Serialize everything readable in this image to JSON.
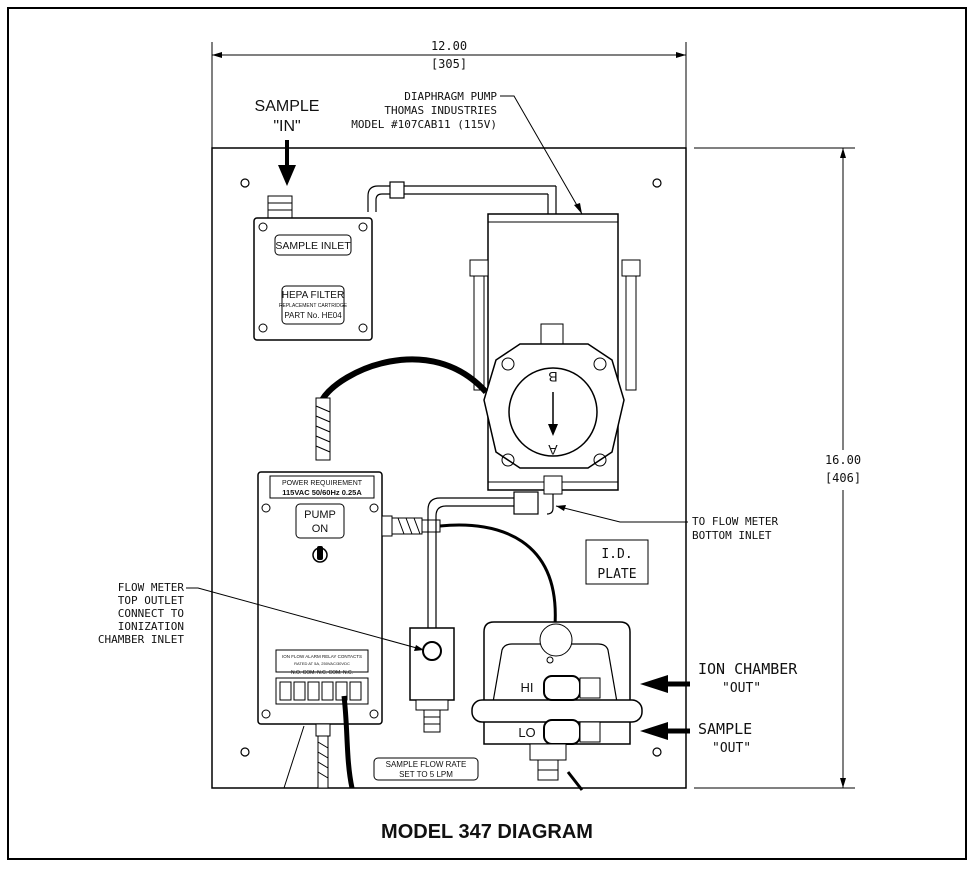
{
  "dimensions": {
    "width": "12.00",
    "width_mm": "[305]",
    "height": "16.00",
    "height_mm": "[406]"
  },
  "callouts": {
    "sample_in": [
      "SAMPLE",
      "\"IN\""
    ],
    "pump": [
      "DIAPHRAGM PUMP",
      "THOMAS INDUSTRIES",
      "MODEL #107CAB11 (115V)"
    ],
    "to_flow_meter": [
      "TO FLOW METER",
      "BOTTOM INLET"
    ],
    "flow_meter_top": [
      "FLOW METER",
      "TOP OUTLET",
      "CONNECT TO",
      "IONIZATION",
      "CHAMBER INLET"
    ],
    "ion_chamber_out": [
      "ION CHAMBER",
      "\"OUT\""
    ],
    "sample_out": [
      "SAMPLE",
      "\"OUT\""
    ]
  },
  "filter_box": {
    "inlet_label": "SAMPLE INLET",
    "hepa_title": "HEPA FILTER",
    "hepa_sub": "REPLACEMENT CARTRIDGE",
    "hepa_part": "PART No. HE04"
  },
  "pump_head": {
    "letter_b": "B",
    "letter_a": "A"
  },
  "power_box": {
    "req_title": "POWER REQUIREMENT",
    "req_value": "115VAC 50/60Hz 0.25A",
    "switch_line1": "PUMP",
    "switch_line2": "ON",
    "relay_title": "ION FLOW ALARM RELAY CONTACTS",
    "relay_sub": "RATED AT 5A, 250VAC/30VDC",
    "terminal_labels": "N.O. COM. N.C.  COM. N.C."
  },
  "id_plate": [
    "I.D.",
    "PLATE"
  ],
  "ion_chamber": {
    "hi": "HI",
    "lo": "LO"
  },
  "flow_rate": [
    "SAMPLE FLOW RATE",
    "SET TO 5 LPM"
  ],
  "caption": "MODEL 347 DIAGRAM"
}
